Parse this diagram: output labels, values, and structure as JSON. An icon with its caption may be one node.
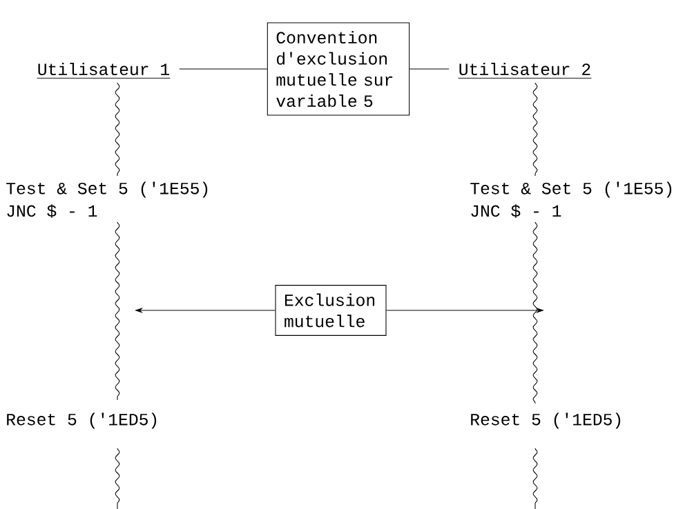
{
  "diagram": {
    "nodes": [
      {
        "text": [
          "Utilisateur 1"
        ]
      },
      {
        "text": [
          "Convention d'exclusion mutuelle sur variable 5"
        ]
      },
      {
        "text": [
          "Utilisateur 2"
        ]
      },
      {
        "text": [
          "Exclusion mutuelle"
        ]
      }
    ],
    "edges": [
      {
        "from": 1,
        "to": 0,
        "arrow": "none"
      },
      {
        "from": 1,
        "to": 2,
        "arrow": "none"
      },
      {
        "from": 3,
        "to": null,
        "arrow": "to"
      },
      {
        "from": 3,
        "to": null,
        "arrow": "to"
      }
    ],
    "labels": [
      "Test & Set 5 ('1E55)",
      "Test & Set 5 ('1E55)",
      "JNC $ - 1",
      "JNC $ - 1",
      "Reset 5 ('1ED5)",
      "Reset 5 ('1ED5)"
    ]
  }
}
